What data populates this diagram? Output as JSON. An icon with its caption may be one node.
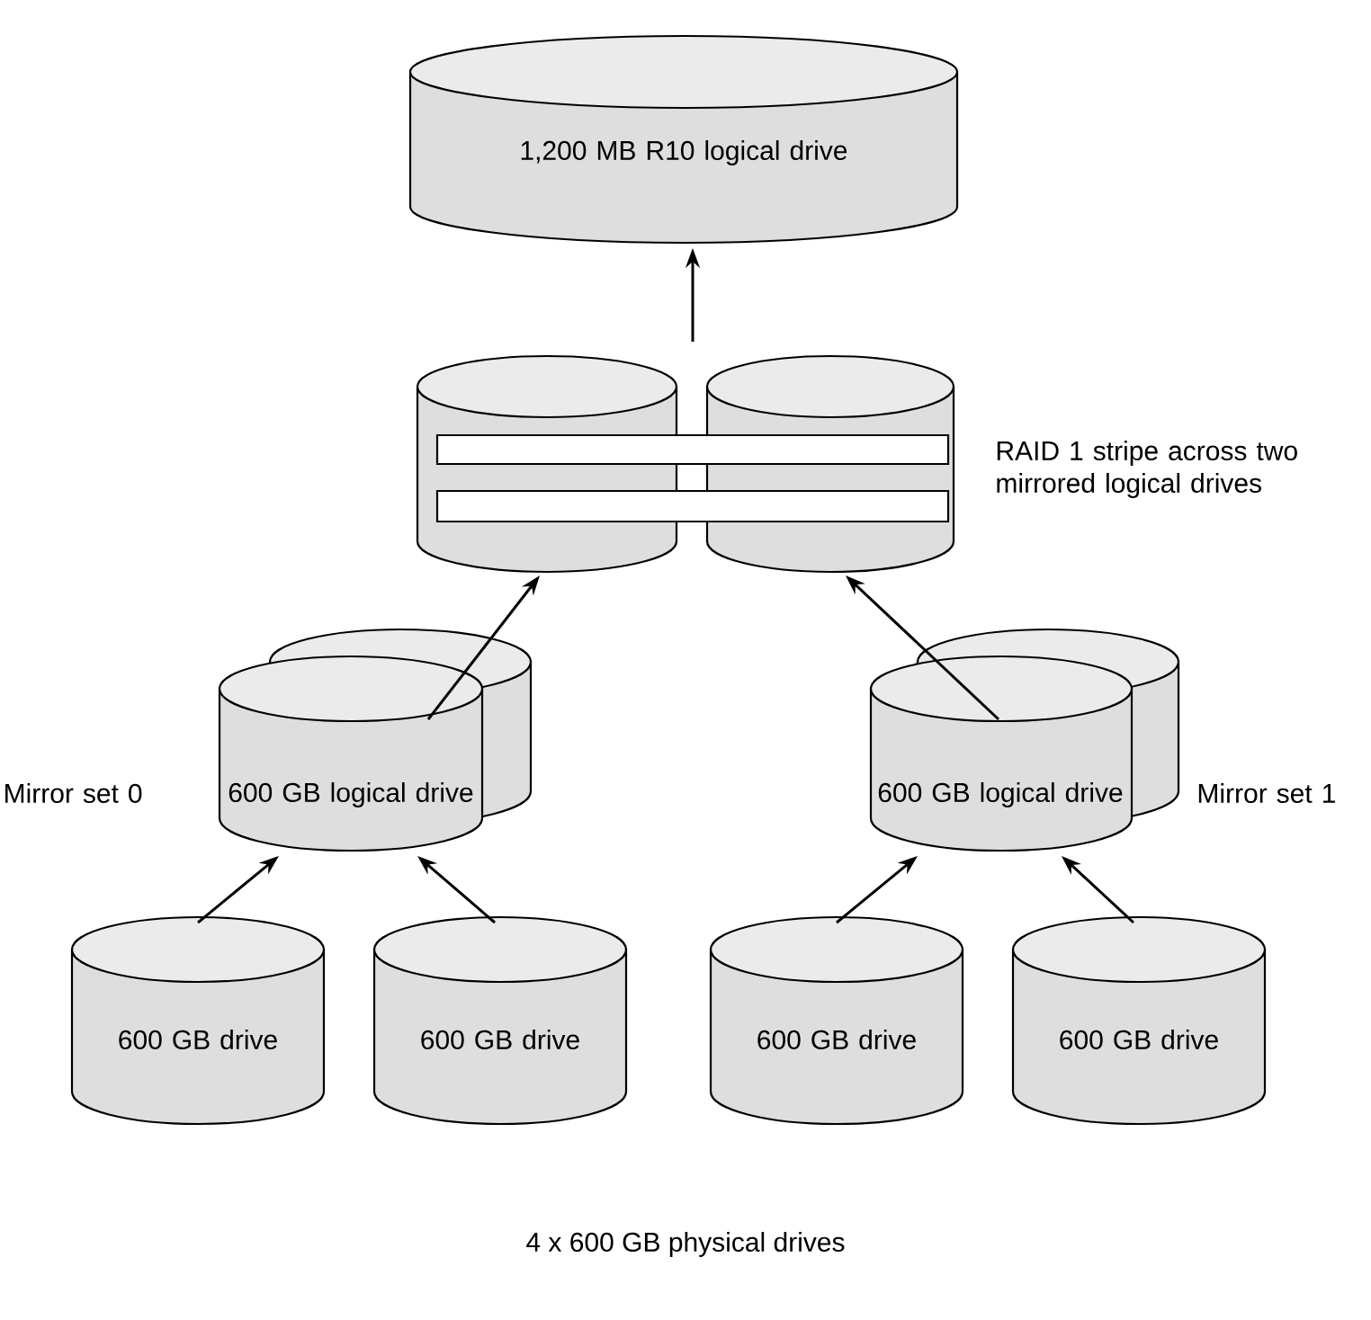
{
  "diagram": {
    "caption": "4 x 600 GB physical drives",
    "nodes": [
      {
        "text": [
          "1,200 MB R10 logical drive"
        ]
      },
      {
        "text": [],
        "shape": "cylinder"
      },
      {
        "text": [],
        "shape": "cylinder",
        "beside": [
          "RAID 1 stripe across two mirrored logical drives"
        ]
      },
      {
        "text": [
          "600 GB logical drive"
        ],
        "beside": [
          "Mirror set 0"
        ]
      },
      {
        "text": [
          "600 GB logical drive"
        ],
        "beside": [
          "Mirror set 1"
        ]
      },
      {
        "text": [
          "600 GB drive"
        ]
      },
      {
        "text": [
          "600 GB drive"
        ]
      },
      {
        "text": [
          "600 GB drive"
        ]
      },
      {
        "text": [
          "600 GB drive"
        ]
      }
    ],
    "edges": [
      {
        "from": 2,
        "to": 0,
        "arrow": "to"
      },
      {
        "from": 3,
        "to": 1,
        "arrow": "to"
      },
      {
        "from": 4,
        "to": 2,
        "arrow": "to"
      },
      {
        "from": 5,
        "to": 3,
        "arrow": "to"
      },
      {
        "from": 6,
        "to": 3,
        "arrow": "to"
      },
      {
        "from": 7,
        "to": 4,
        "arrow": "to"
      },
      {
        "from": 8,
        "to": 4,
        "arrow": "to"
      }
    ]
  }
}
